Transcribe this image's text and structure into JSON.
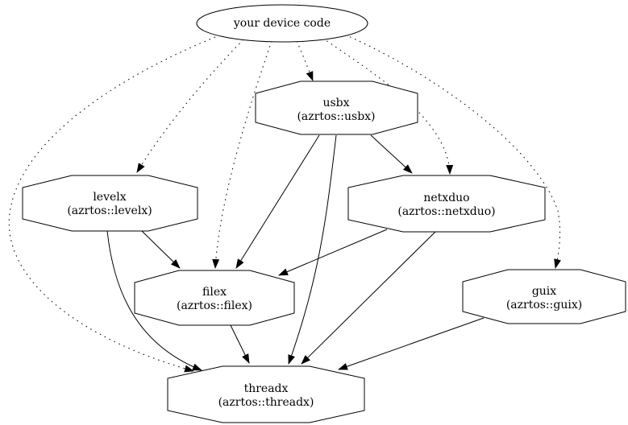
{
  "diagram": {
    "kind": "dependency-graph",
    "colors": {
      "background": "#ffffff",
      "node_fill": "#ffffff",
      "stroke": "#000000"
    }
  },
  "graph": {
    "nodes": [
      {
        "id": "your_device_code",
        "label": "your device code",
        "sublabel": "",
        "shape": "ellipse"
      },
      {
        "id": "usbx",
        "label": "usbx",
        "sublabel": "(azrtos::usbx)",
        "shape": "octagon"
      },
      {
        "id": "levelx",
        "label": "levelx",
        "sublabel": "(azrtos::levelx)",
        "shape": "octagon"
      },
      {
        "id": "netxduo",
        "label": "netxduo",
        "sublabel": "(azrtos::netxduo)",
        "shape": "octagon"
      },
      {
        "id": "filex",
        "label": "filex",
        "sublabel": "(azrtos::filex)",
        "shape": "octagon"
      },
      {
        "id": "guix",
        "label": "guix",
        "sublabel": "(azrtos::guix)",
        "shape": "octagon"
      },
      {
        "id": "threadx",
        "label": "threadx",
        "sublabel": "(azrtos::threadx)",
        "shape": "octagon"
      }
    ],
    "edges": [
      {
        "from": "your_device_code",
        "to": "usbx",
        "style": "dotted"
      },
      {
        "from": "your_device_code",
        "to": "levelx",
        "style": "dotted"
      },
      {
        "from": "your_device_code",
        "to": "netxduo",
        "style": "dotted"
      },
      {
        "from": "your_device_code",
        "to": "filex",
        "style": "dotted"
      },
      {
        "from": "your_device_code",
        "to": "guix",
        "style": "dotted"
      },
      {
        "from": "your_device_code",
        "to": "threadx",
        "style": "dotted"
      },
      {
        "from": "usbx",
        "to": "netxduo",
        "style": "solid"
      },
      {
        "from": "usbx",
        "to": "filex",
        "style": "solid"
      },
      {
        "from": "usbx",
        "to": "threadx",
        "style": "solid"
      },
      {
        "from": "levelx",
        "to": "filex",
        "style": "solid"
      },
      {
        "from": "levelx",
        "to": "threadx",
        "style": "solid"
      },
      {
        "from": "netxduo",
        "to": "filex",
        "style": "solid"
      },
      {
        "from": "netxduo",
        "to": "threadx",
        "style": "solid"
      },
      {
        "from": "filex",
        "to": "threadx",
        "style": "solid"
      },
      {
        "from": "guix",
        "to": "threadx",
        "style": "solid"
      }
    ]
  }
}
